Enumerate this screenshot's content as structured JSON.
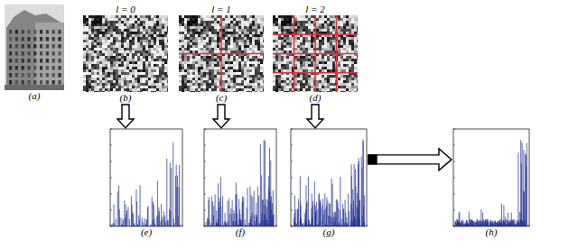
{
  "diagram": {
    "nodes": [
      {
        "text": [
          "(a)"
        ]
      },
      {
        "text": [
          "l = 0",
          "(b)"
        ]
      },
      {
        "text": [
          "l = 1",
          "(c)"
        ]
      },
      {
        "text": [
          "l = 2",
          "(d)"
        ]
      },
      {
        "text": [
          "(e)"
        ]
      },
      {
        "text": [
          "(f)"
        ]
      },
      {
        "text": [
          "(g)"
        ]
      },
      {
        "text": [
          "(h)"
        ]
      }
    ],
    "edges": [
      {
        "from": 1,
        "to": 4,
        "arrow": "to"
      },
      {
        "from": 2,
        "to": 5,
        "arrow": "to"
      },
      {
        "from": 3,
        "to": 6,
        "arrow": "to"
      },
      {
        "from": 6,
        "to": 7,
        "arrow": "to"
      }
    ]
  }
}
